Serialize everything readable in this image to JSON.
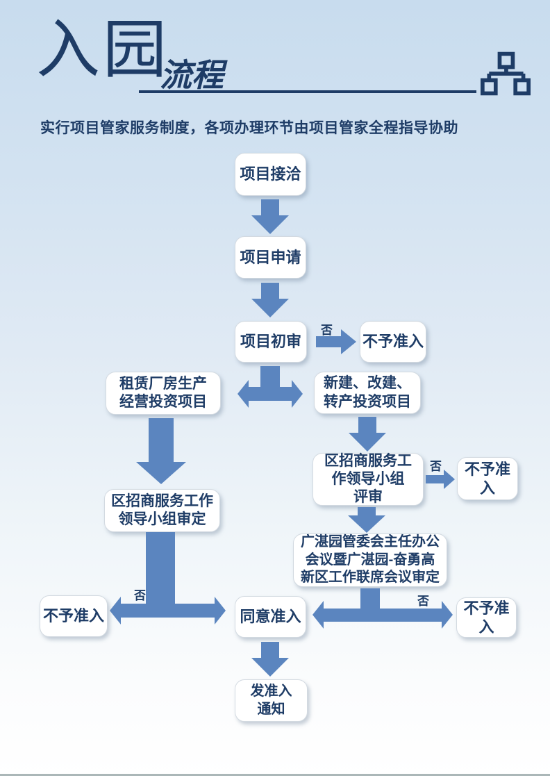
{
  "header": {
    "title_main": "入园",
    "title_sub": "流程",
    "subtitle": "实行项目管家服务制度，各项办理环节由项目管家全程指导协助"
  },
  "colors": {
    "navy": "#1e3c66",
    "arrow": "#5b85bf",
    "bg_top": "#c8dcee",
    "bottom_line": "#abb7b8"
  },
  "flow": {
    "no_label": "否",
    "nodes": {
      "contact": "项目接洽",
      "apply": "项目申请",
      "initial_review": "项目初审",
      "deny_top": "不予准入",
      "lease_project": "租赁厂房生产\n经营投资项目",
      "new_build_project": "新建、改建、\n转产投资项目",
      "group_review": "区招商服务工\n作领导小组\n评审",
      "deny_mid": "不予准入",
      "joint_meeting": "广湛园管委会主任办公\n会议暨广湛园-奋勇高\n新区工作联席会议审定",
      "group_approve": "区招商服务工作\n领导小组审定",
      "deny_left": "不予准入",
      "approve": "同意准入",
      "deny_right": "不予准入",
      "notice": "发准入\n通知"
    }
  }
}
